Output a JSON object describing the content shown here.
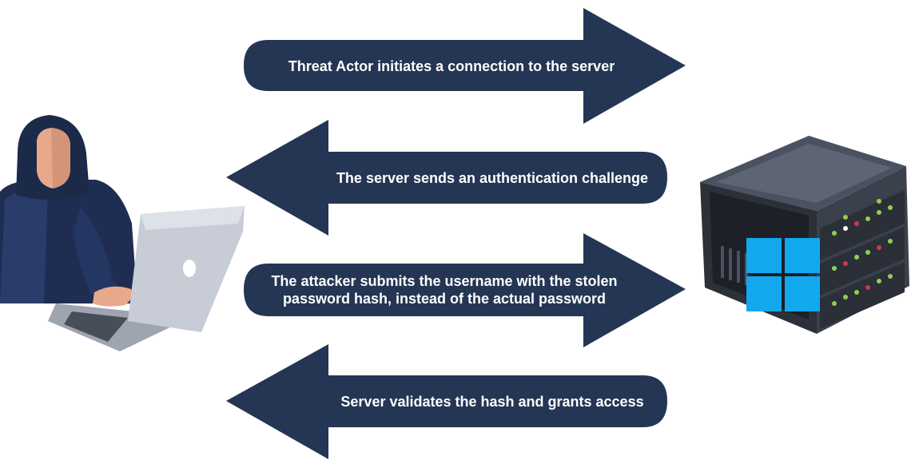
{
  "colors": {
    "arrow": "#243654",
    "hood": "#1c2a4a",
    "skin": "#e8a98a",
    "laptop": "#c7ccd6",
    "server_body": "#2e3440",
    "windows_logo": "#12a8ee",
    "led_green": "#8fd14f",
    "led_red": "#d8354a"
  },
  "diagram": {
    "icons": {
      "attacker": "hooded-hacker-with-laptop-icon",
      "server": "windows-server-rack-icon"
    },
    "steps": [
      {
        "direction": "right",
        "label": "Threat Actor initiates a connection to the server"
      },
      {
        "direction": "left",
        "label": "The server sends an authentication challenge"
      },
      {
        "direction": "right",
        "label": "The attacker submits the username with the stolen password hash, instead of the actual password"
      },
      {
        "direction": "left",
        "label": "Server validates the hash and grants access"
      }
    ]
  }
}
